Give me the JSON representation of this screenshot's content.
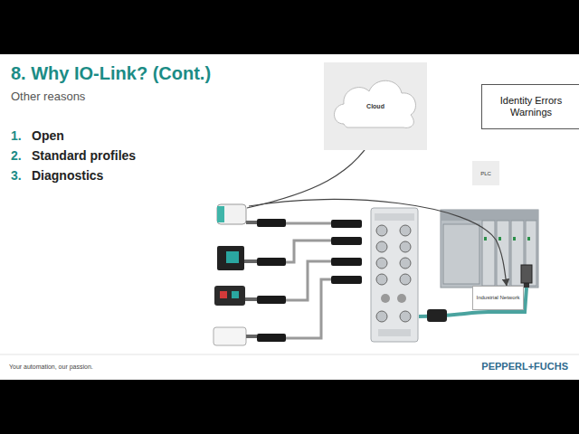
{
  "diagram": {
    "title": "8. Why IO-Link? (Cont.)",
    "nodes": [
      {
        "text": [
          "Cloud"
        ]
      },
      {
        "text": [
          "Identity Errors Warnings"
        ]
      },
      {
        "text": [
          "PLC"
        ]
      },
      {
        "text": [
          "Industrial Network"
        ]
      }
    ],
    "labels": [
      "Other reasons",
      "1.",
      "Open",
      "2.",
      "Standard profiles",
      "3.",
      "Diagnostics",
      "Your automation, our passion.",
      "PEPPERL+FUCHS"
    ]
  }
}
